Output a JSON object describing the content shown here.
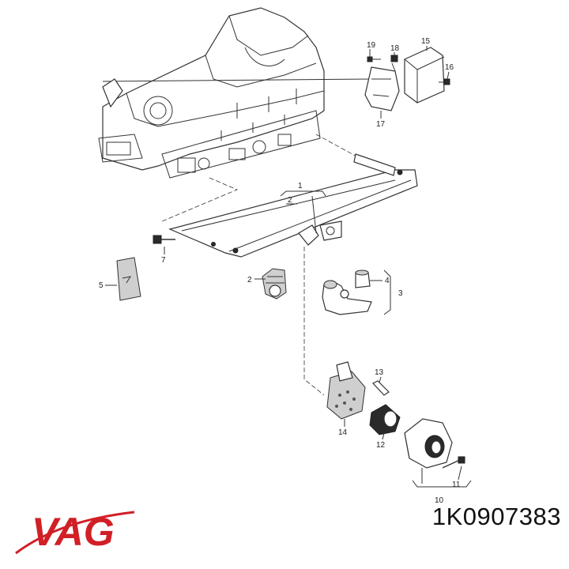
{
  "brand": {
    "name": "VAG",
    "color": "#d11f26"
  },
  "part_number": "1K0907383",
  "callouts": [
    "1",
    "2",
    "2",
    "3",
    "4",
    "5",
    "7",
    "10",
    "11",
    "12",
    "13",
    "14",
    "15",
    "16",
    "17",
    "18",
    "19"
  ]
}
